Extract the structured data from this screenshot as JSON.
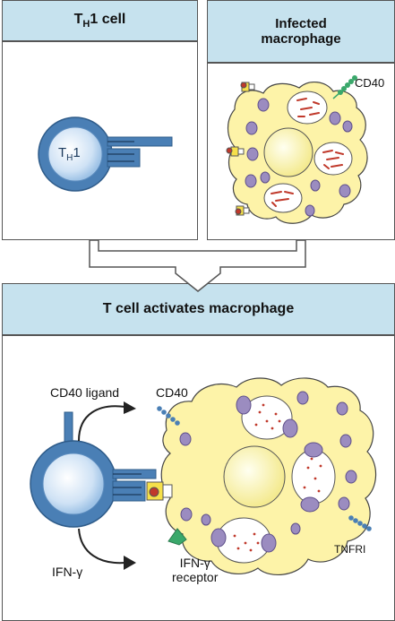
{
  "top_left": {
    "title_main": "T",
    "title_sub": "H",
    "title_rest": "1  cell",
    "cell_main": "T",
    "cell_sub": "H",
    "cell_rest": "1"
  },
  "top_right": {
    "title_line1": "Infected",
    "title_line2": "macrophage",
    "cd40_label": "CD40"
  },
  "bottom": {
    "title": "T  cell  activates  macrophage",
    "cd40_ligand_label": "CD40 ligand",
    "cd40_label": "CD40",
    "ifn_label": "IFN-γ",
    "ifn_receptor_line1": "IFN-γ",
    "ifn_receptor_line2": "receptor",
    "tnfri_label": "TNFRI"
  },
  "colors": {
    "header": "#c6e2ee",
    "tcell": "#4a7fb5",
    "macrophage": "#fdf3a8",
    "vesicle": "#9b8cc0",
    "bacteria": "#c0392b",
    "receptor_green": "#3aa86b"
  }
}
